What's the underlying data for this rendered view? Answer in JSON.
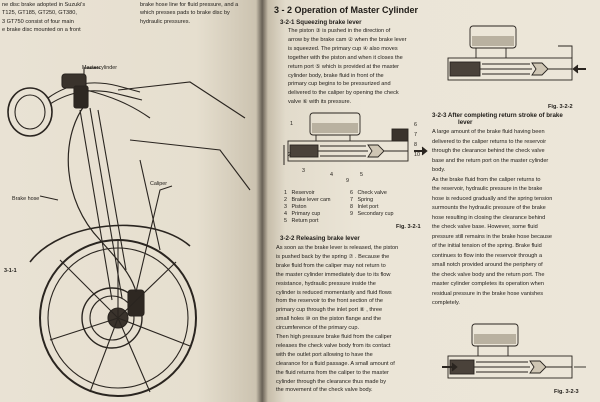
{
  "left": {
    "text_lines": [
      "ne disc brake adopted in Suzuki's",
      "T125, GT185, GT250, GT380,",
      "3 GT750 consist of four main",
      "e brake disc mounted on a front"
    ],
    "text_lines_b": [
      "brake hose line for fluid pressure, and a",
      "which presses pads to brake disc by",
      "hydraulic pressures."
    ],
    "labels": {
      "master_cylinder": "Mastercylinder",
      "caliper": "Caliper",
      "brake_hose": "Brake hose",
      "fig": "3-1-1"
    }
  },
  "right": {
    "section_title": "3 - 2   Operation of Master Cylinder",
    "sub1": {
      "title": "3-2-1   Squeezing brake lever",
      "lines": [
        "The piston ③ is pushed in the direction of",
        "arrow by the brake cam ② when the brake lever",
        "is squeezed. The primary cup ④ also moves",
        "together with the piston and when it closes the",
        "return port ⑤ which is provided at the master",
        "cylinder body, brake fluid in front of the",
        "primary cup begins to be pressurized and",
        "delivered to the caliper by opening the check",
        "valve ⑥ with its pressure."
      ]
    },
    "fig1": {
      "callouts": [
        "1",
        "2",
        "3",
        "4",
        "5",
        "6",
        "7",
        "8",
        "9",
        "10"
      ],
      "legend": [
        {
          "n": "1",
          "label": "Reservoir"
        },
        {
          "n": "2",
          "label": "Brake lever cam"
        },
        {
          "n": "3",
          "label": "Piston"
        },
        {
          "n": "4",
          "label": "Primary cup"
        },
        {
          "n": "5",
          "label": "Return port"
        },
        {
          "n": "6",
          "label": "Check valve"
        },
        {
          "n": "7",
          "label": "Spring"
        },
        {
          "n": "8",
          "label": "Inlet port"
        },
        {
          "n": "9",
          "label": "Secondary cup"
        }
      ],
      "caption": "Fig. 3-2-1"
    },
    "sub2": {
      "title": "3-2-2   Releasing brake lever",
      "lines": [
        "As soon as the brake lever is released, the piston",
        "is pushed back by the spring ⑦ . Because the",
        "brake fluid from the caliper may not return to",
        "the master cylinder immediately due to its flow",
        "resistance, hydraulic pressure inside the",
        "cylinder is reduced momentarily and fluid flows",
        "from the reservoir to the front section of the",
        "primary cup through the inlet port ⑧ , three",
        "small holes ⑩ on the piston flange and the",
        "circumference of the primary cup.",
        "Then high pressure brake fluid from the caliper",
        "releases the check valve body from its contact",
        "with the outlet port allowing to have the",
        "clearance for a fluid passage. A small amount of",
        "the fluid returns from the caliper to the master",
        "cylinder through the clearance thus made by",
        "the movement of the check valve body."
      ]
    },
    "fig2": {
      "caption": "Fig. 3-2-2"
    },
    "sub3": {
      "title_1": "3-2-3   After completing return stroke of brake",
      "title_2": "lever",
      "lines": [
        "A large amount of the brake fluid having been",
        "delivered to the caliper returns to the reservoir",
        "through the clearance behind the check valve",
        "base and the return port on the master cylinder",
        "body.",
        "As the brake fluid from the caliper returns to",
        "the reservoir, hydraulic pressure in the brake",
        "hose is reduced gradually and the spring tension",
        "surmounts the hydraulic pressure of the brake",
        "hose resulting in closing the clearance behind",
        "the check valve base. However, some fluid",
        "pressure still remains in the brake hose because",
        "of the initial tension of the spring. Brake fluid",
        "continues to flow into the reservoir through a",
        "small notch provided around the periphery of",
        "the check valve body and the return port. The",
        "master cylinder completes its operation when",
        "residual pressure in the brake hose vanishes",
        "completely."
      ]
    },
    "fig3": {
      "caption": "Fig. 3-2-3"
    }
  },
  "colors": {
    "paper": "#ebe5d7",
    "ink": "#1e1b17",
    "gutter": "#1a1714"
  }
}
